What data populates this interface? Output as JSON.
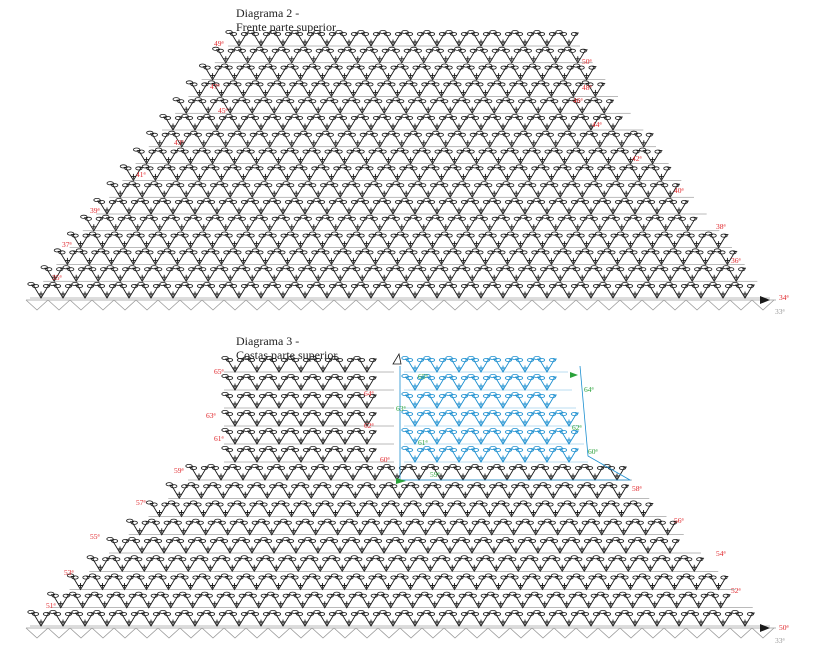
{
  "diagram2": {
    "title_line1": "Diagrama 2 -",
    "title_line2": "Frente parte superior",
    "base_label": "33ª",
    "rows_left": [
      "35ª",
      "37ª",
      "39ª",
      "41ª",
      "43ª",
      "45ª",
      "47ª",
      "49ª"
    ],
    "rows_right": [
      "34ª",
      "36ª",
      "38ª",
      "40ª",
      "42ª",
      "44ª",
      "46ª",
      "48ª",
      "50ª"
    ]
  },
  "diagram3": {
    "title_line1": "Diagrama 3 -",
    "title_line2": "Costas parte superior",
    "base_label": "33ª",
    "rows_left": [
      "51ª",
      "53ª",
      "55ª",
      "57ª",
      "59ª",
      "61ª",
      "63ª",
      "65ª"
    ],
    "rows_right": [
      "50ª",
      "52ª",
      "54ª",
      "56ª",
      "58ª"
    ],
    "rows_mid_right": [
      "60ª",
      "62ª",
      "64ª"
    ],
    "rows_blue_left": [
      "59ª",
      "61ª",
      "63ª",
      "65ª"
    ],
    "rows_blue_right": [
      "60ª",
      "62ª",
      "64ª"
    ]
  },
  "colors": {
    "ink": "#1a1a1a",
    "base_gray": "#9a9a9a",
    "row_label_red": "#e0262b",
    "row_label_green": "#2aa23a",
    "blue_section": "#1c8fd0"
  }
}
